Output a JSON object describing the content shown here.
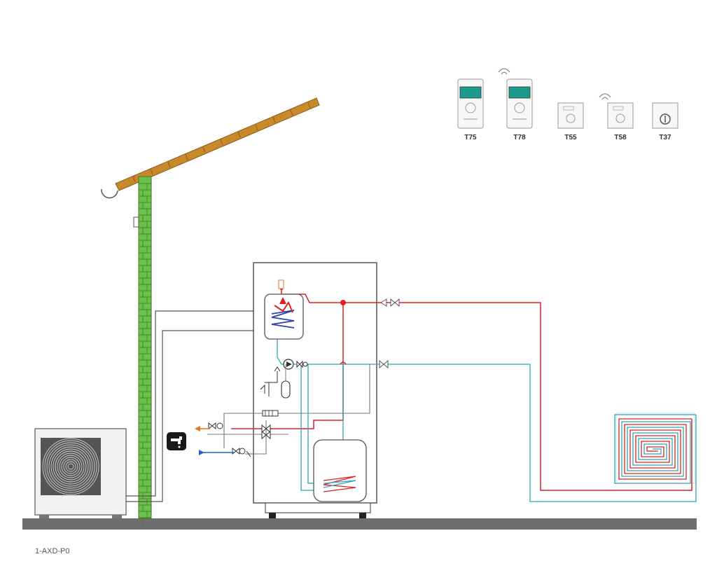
{
  "thermostats": [
    {
      "label": "T75",
      "kind": "display",
      "wireless": false
    },
    {
      "label": "T78",
      "kind": "display",
      "wireless": true
    },
    {
      "label": "T55",
      "kind": "dial",
      "wireless": false
    },
    {
      "label": "T58",
      "kind": "dial",
      "wireless": true
    },
    {
      "label": "T37",
      "kind": "knob",
      "wireless": false
    }
  ],
  "diagram_code": "1-AXD-P0",
  "colors": {
    "flow": "#e02020",
    "return": "#2fa5b8",
    "cold": "#2060d0",
    "hot_outlet": "#e8751a",
    "wall": "#6cc04a",
    "roof": "#c8892a",
    "ground": "#6e6e6e",
    "outline": "#555555",
    "coil_blue": "#3344aa",
    "display": "#1a9a8a"
  },
  "icons": {
    "tap": "water-tap-icon",
    "outdoor_unit": "outdoor-unit-fan-icon",
    "wireless": "wireless-signal-icon"
  }
}
